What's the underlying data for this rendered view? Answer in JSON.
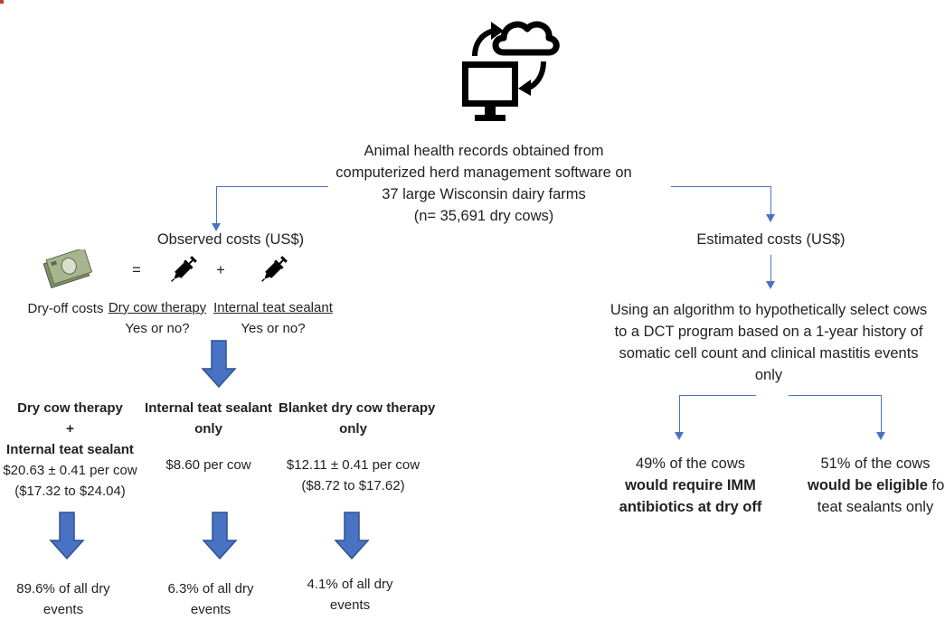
{
  "header": {
    "icon": "cloud-computer-sync-icon",
    "records_line1": "Animal health records obtained from",
    "records_line2": "computerized herd management software on",
    "records_line3": "37 large Wisconsin dairy farms",
    "records_line4": "(n= 35,691 dry cows)"
  },
  "observed": {
    "title": "Observed costs (US$)",
    "money_icon": "money-stack-icon",
    "dryoff_label": "Dry-off costs",
    "equals": "=",
    "plus": "+",
    "syringe_icon": "syringe-icon",
    "dct_label": "Dry cow therapy",
    "dct_q": "Yes or no?",
    "its_label": "Internal teat sealant",
    "its_q": "Yes or no?"
  },
  "scenarios": [
    {
      "title1": "Dry cow therapy",
      "title2": "+",
      "title3": "Internal teat sealant",
      "cost": "$20.63 ± 0.41 per cow",
      "range": "($17.32 to $24.04)",
      "pct1": "89.6% of all dry",
      "pct2": "events"
    },
    {
      "title1": "Internal teat sealant",
      "title2": "only",
      "cost": "$8.60 per cow",
      "pct1": "6.3% of all dry",
      "pct2": "events"
    },
    {
      "title1": "Blanket dry cow therapy",
      "title2": "only",
      "cost": "$12.11 ± 0.41 per cow",
      "range": "($8.72 to $17.62)",
      "pct1": "4.1% of all dry",
      "pct2": "events"
    }
  ],
  "estimated": {
    "title": "Estimated costs (US$)",
    "algo_line1": "Using an algorithm to hypothetically select cows",
    "algo_line2": "to a DCT program based on a 1-year history of",
    "algo_line3": "somatic cell count and clinical mastitis events",
    "algo_line4": "only",
    "left_line1": "49% of the cows",
    "left_line2": "would require IMM",
    "left_line3": "antibiotics at dry off",
    "right_line1": "51% of the cows",
    "right_line2a": "would be eligible",
    "right_line2b": " for",
    "right_line3": "teat sealants only"
  },
  "colors": {
    "connector": "#4a72c4",
    "block_arrow": "#4a72c4",
    "block_arrow_stroke": "#2f528f",
    "text": "#222222",
    "corner_mark": "#c0392b"
  }
}
